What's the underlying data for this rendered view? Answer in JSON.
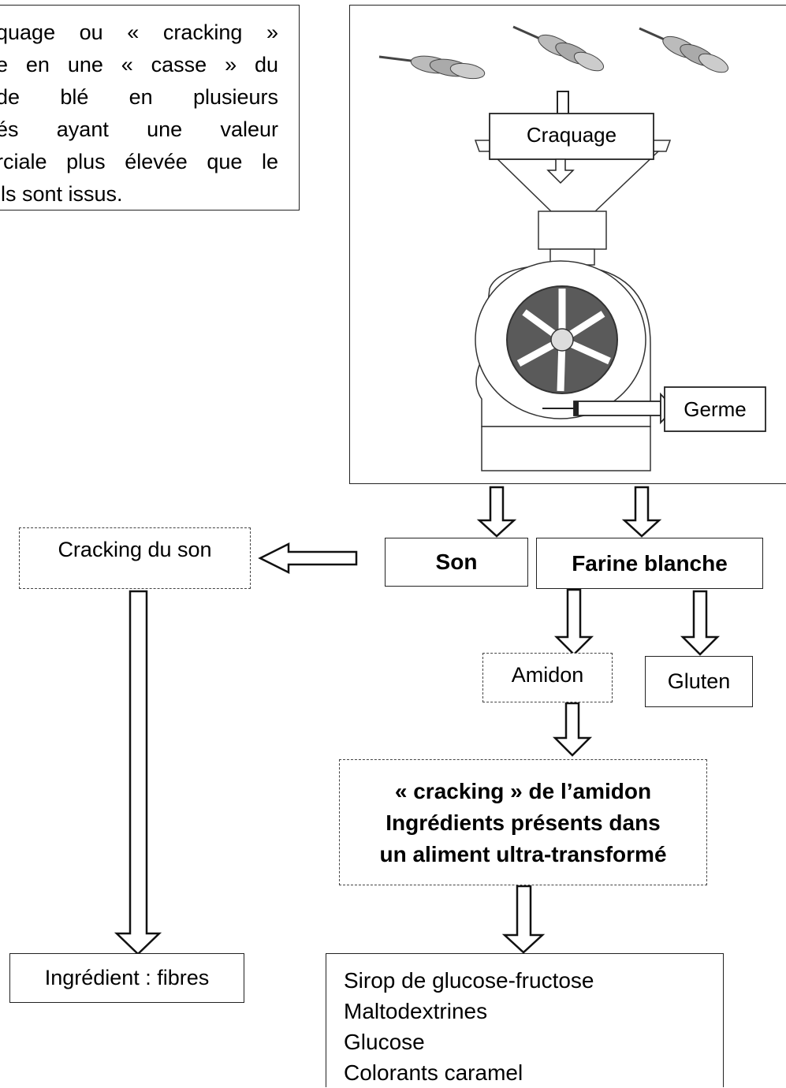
{
  "definition": {
    "lines": [
      "quage   ou   « cracking »",
      "e  en  une  « casse »  du",
      "de    blé    en    plusieurs",
      "és    ayant    une    valeur",
      "rciale plus élevée que le",
      " ils sont issus."
    ]
  },
  "machine": {
    "craquage_label": "Craquage",
    "germe_label": "Germe"
  },
  "nodes": {
    "son": "Son",
    "farine_blanche": "Farine blanche",
    "cracking_son": "Cracking du son",
    "amidon": "Amidon",
    "gluten": "Gluten",
    "cracking_amidon_lines": [
      "« cracking » de l’amidon",
      "Ingrédients présents dans",
      "un aliment ultra-transformé"
    ],
    "ingredient_fibres": "Ingrédient : fibres"
  },
  "final_ingredients": [
    "Sirop de glucose-fructose",
    "Maltodextrines",
    "Glucose",
    "Colorants caramel"
  ],
  "colors": {
    "stroke": "#222222",
    "machine_gray": "#5a5a5a",
    "background": "#ffffff"
  }
}
